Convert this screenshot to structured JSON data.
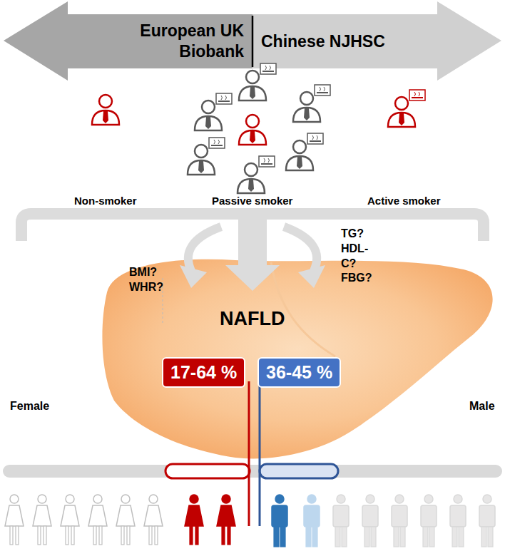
{
  "diagram": {
    "nodes": [
      {
        "text": [
          "European UK Biobank"
        ]
      },
      {
        "text": [
          "Chinese NJHSC"
        ]
      },
      {
        "text": [
          "17-64 %"
        ]
      },
      {
        "text": [
          "36-45 %"
        ]
      }
    ],
    "labels": [
      "Non-smoker",
      "Passive smoker",
      "Active smoker",
      "BMI? WHR?",
      "TG? HDL-C? FBG?",
      "NAFLD",
      "Female",
      "Male"
    ]
  }
}
